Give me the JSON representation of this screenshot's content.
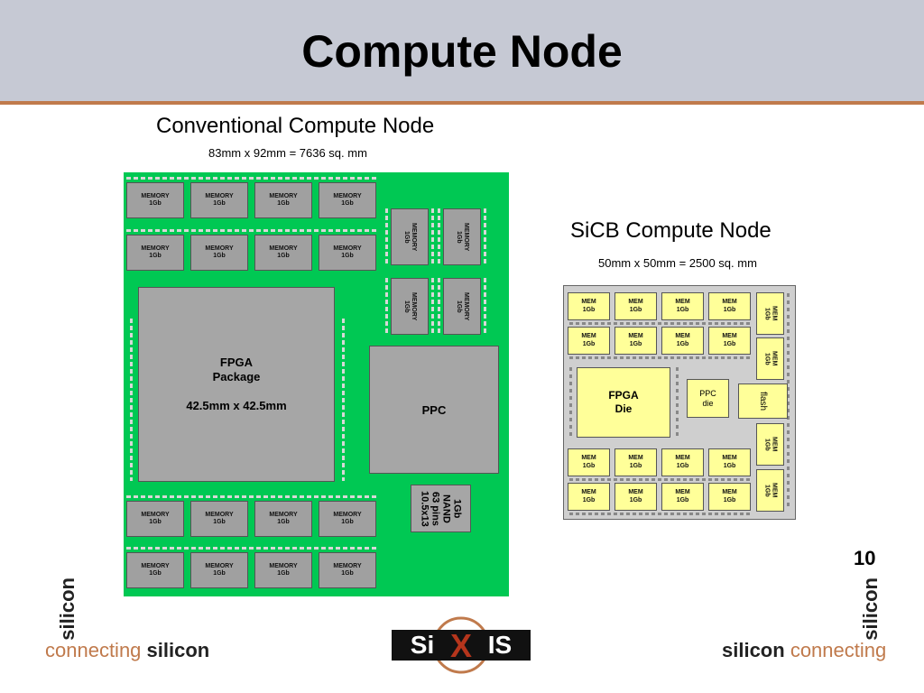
{
  "slide": {
    "title": "Compute Node",
    "page_number": "10"
  },
  "conventional": {
    "title": "Conventional Compute Node",
    "dimensions": "83mm x 92mm = 7636 sq. mm",
    "memory_label": "MEMORY\n1Gb",
    "fpga_label": "FPGA\nPackage\n\n42.5mm x 42.5mm",
    "ppc_label": "PPC",
    "nand_label": "1Gb\nNAND\n63 pins\n10.5x13",
    "colors": {
      "board": "#00c853",
      "chip": "#a6a6a6"
    }
  },
  "sicb": {
    "title": "SiCB Compute Node",
    "dimensions": "50mm x 50mm = 2500 sq. mm",
    "mem_label": "MEM\n1Gb",
    "fpga_label": "FPGA\nDie",
    "ppc_label": "PPC\ndie",
    "flash_label": "flash",
    "colors": {
      "board": "#cfcfcf",
      "chip": "#ffff99"
    }
  },
  "footer": {
    "left_vertical": "silicon",
    "left_bottom_prefix": "connecting",
    "left_bottom_bold": "silicon",
    "right_bottom_bold": "silicon",
    "right_bottom_suffix": "connecting",
    "right_vertical": "silicon",
    "logo_text": "SiXIS",
    "colors": {
      "accent": "#c07a4c",
      "logo_red": "#b5351c"
    }
  }
}
